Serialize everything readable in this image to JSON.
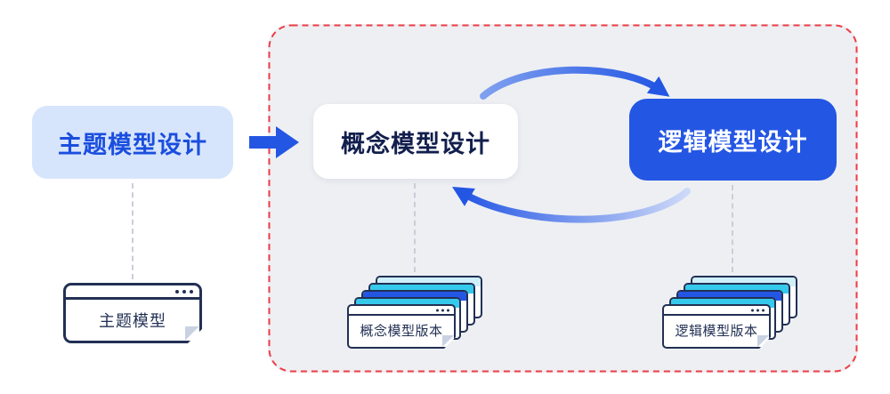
{
  "diagram": {
    "nodes": {
      "subject_design": "主题模型设计",
      "concept_design": "概念模型设计",
      "logic_design": "逻辑模型设计"
    },
    "artifacts": {
      "subject_model": "主题模型",
      "concept_versions": "概念模型版本",
      "logic_versions": "逻辑模型版本"
    }
  },
  "colors": {
    "accent_blue": "#2456E4",
    "light_blue_fill": "#D7E5FC",
    "blue_text": "#1B4EDE",
    "dark_navy": "#121F4D",
    "panel_gray": "#EDEFF3",
    "panel_border_red": "#EF3D46",
    "cyan": "#35C9EC",
    "pale_cyan": "#CFEFFB",
    "card_border": "#223054",
    "dash_gray": "#C9CED9",
    "fold_gray": "#C9D2E2"
  }
}
